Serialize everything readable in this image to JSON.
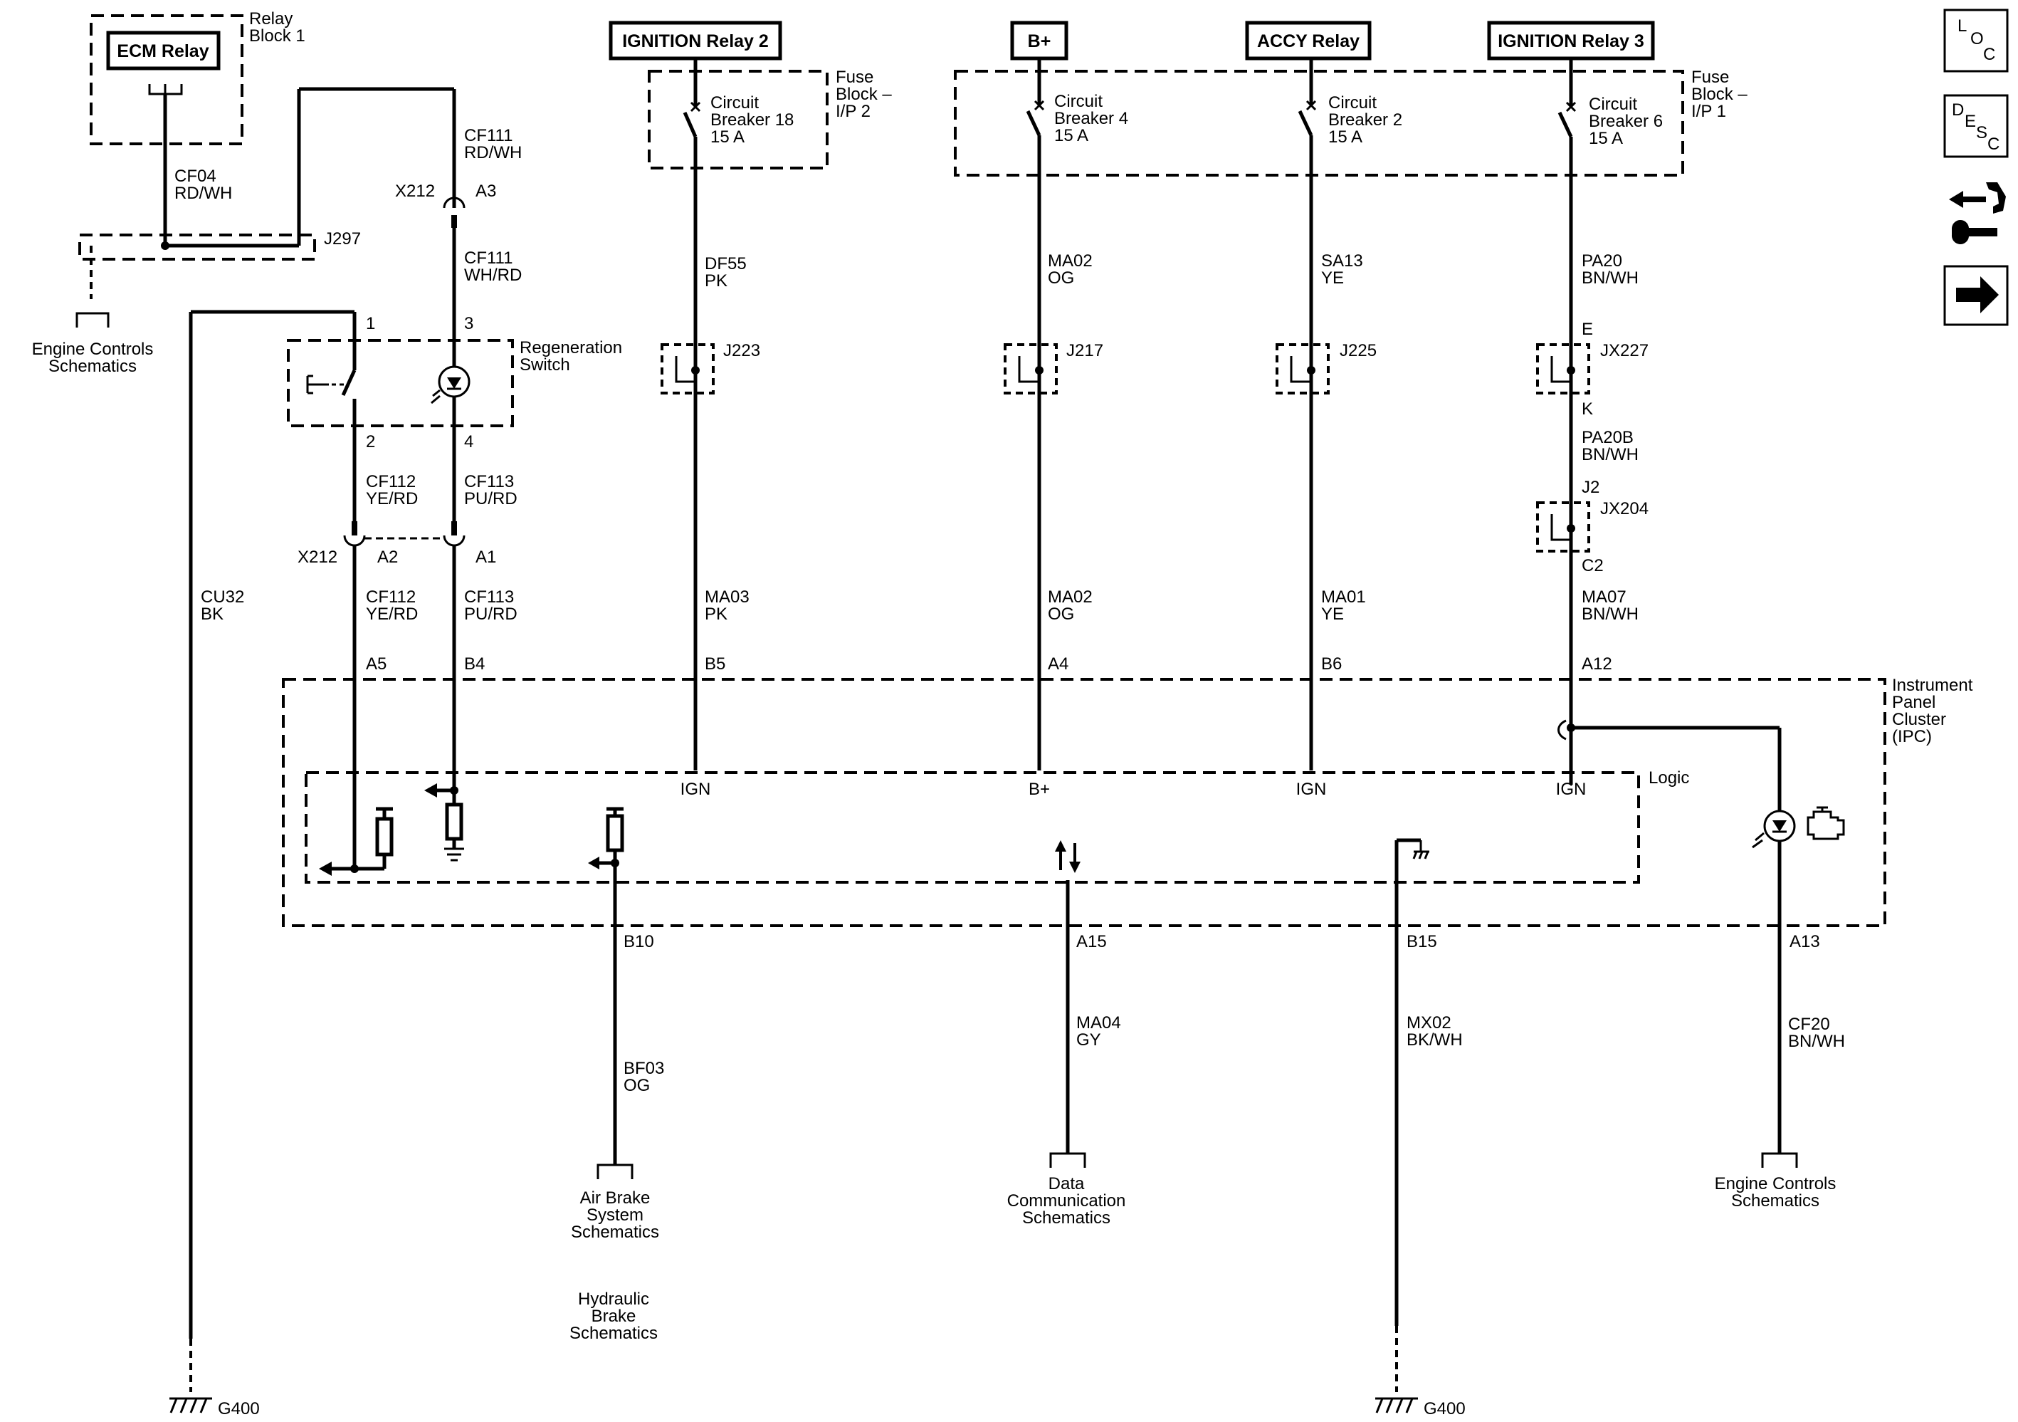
{
  "components": {
    "ecm_relay": "ECM Relay",
    "relay_block": [
      "Relay",
      "Block 1"
    ],
    "ign_relay_2": "IGNITION Relay 2",
    "bplus": "B+",
    "accy_relay": "ACCY Relay",
    "ign_relay_3": "IGNITION Relay 3",
    "fuse_block_ip2": [
      "Fuse",
      "Block –",
      "I/P 2"
    ],
    "fuse_block_ip1": [
      "Fuse",
      "Block –",
      "I/P 1"
    ],
    "cb18": [
      "Circuit",
      "Breaker 18",
      "15 A"
    ],
    "cb4": [
      "Circuit",
      "Breaker 4",
      "15 A"
    ],
    "cb2": [
      "Circuit",
      "Breaker 2",
      "15 A"
    ],
    "cb6": [
      "Circuit",
      "Breaker 6",
      "15 A"
    ],
    "regen_switch": [
      "Regeneration",
      "Switch"
    ],
    "ipc": [
      "Instrument",
      "Panel",
      "Cluster",
      "(IPC)"
    ],
    "logic": "Logic"
  },
  "wires": {
    "cf04": [
      "CF04",
      "RD/WH"
    ],
    "cf111_top": [
      "CF111",
      "RD/WH"
    ],
    "cf111_bottom": [
      "CF111",
      "WH/RD"
    ],
    "cf112_top": [
      "CF112",
      "YE/RD"
    ],
    "cf112_bottom": [
      "CF112",
      "YE/RD"
    ],
    "cf113_top": [
      "CF113",
      "PU/RD"
    ],
    "cf113_bottom": [
      "CF113",
      "PU/RD"
    ],
    "cu32": [
      "CU32",
      "BK"
    ],
    "df55": [
      "DF55",
      "PK"
    ],
    "ma03": [
      "MA03",
      "PK"
    ],
    "ma02_top": [
      "MA02",
      "OG"
    ],
    "ma02_bottom": [
      "MA02",
      "OG"
    ],
    "sa13": [
      "SA13",
      "YE"
    ],
    "ma01": [
      "MA01",
      "YE"
    ],
    "pa20": [
      "PA20",
      "BN/WH"
    ],
    "pa20b": [
      "PA20B",
      "BN/WH"
    ],
    "ma07": [
      "MA07",
      "BN/WH"
    ],
    "bf03": [
      "BF03",
      "OG"
    ],
    "ma04": [
      "MA04",
      "GY"
    ],
    "mx02": [
      "MX02",
      "BK/WH"
    ],
    "cf20": [
      "CF20",
      "BN/WH"
    ]
  },
  "connectors": {
    "j297": "J297",
    "x212_a3": "X212",
    "a3": "A3",
    "x212_a2": "X212",
    "a2": "A2",
    "a1": "A1",
    "j223": "J223",
    "j217": "J217",
    "j225": "J225",
    "jx227": "JX227",
    "jx227_e": "E",
    "jx227_k": "K",
    "jx204": "JX204",
    "jx204_j2": "J2",
    "jx204_c2": "C2",
    "g400_left": "G400",
    "g400_right": "G400"
  },
  "pins": {
    "sw1": "1",
    "sw2": "2",
    "sw3": "3",
    "sw4": "4",
    "a5": "A5",
    "b4": "B4",
    "b5": "B5",
    "a4": "A4",
    "b6": "B6",
    "a12": "A12",
    "b10": "B10",
    "a15": "A15",
    "b15": "B15",
    "a13": "A13",
    "ign_1": "IGN",
    "bplus_in": "B+",
    "ign_2": "IGN",
    "ign_3": "IGN"
  },
  "references": {
    "engine_controls_left": [
      "Engine Controls",
      "Schematics"
    ],
    "air_brake": [
      "Air Brake",
      "System",
      "Schematics"
    ],
    "hydraulic_brake": [
      "Hydraulic",
      "Brake",
      "Schematics"
    ],
    "data_comm": [
      "Data",
      "Communication",
      "Schematics"
    ],
    "engine_controls_right": [
      "Engine Controls",
      "Schematics"
    ]
  },
  "nav": {
    "loc": [
      "L",
      "O",
      "C"
    ],
    "desc": [
      "D",
      "E",
      "S",
      "C"
    ]
  }
}
